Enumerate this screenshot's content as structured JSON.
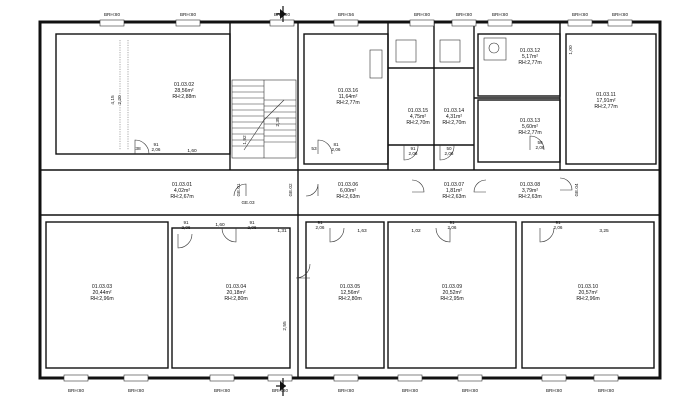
{
  "rooms": [
    {
      "id": "01.03.02",
      "area": "28,56m²",
      "height": "RH:2,88m"
    },
    {
      "id": "01.03.16",
      "area": "11,64m²",
      "height": "RH:2,77m"
    },
    {
      "id": "01.03.15",
      "area": "4,75m²",
      "height": "RH:2,70m"
    },
    {
      "id": "01.03.14",
      "area": "4,31m²",
      "height": "RH:2,70m"
    },
    {
      "id": "01.03.12",
      "area": "5,17m²",
      "height": "RH:2,77m"
    },
    {
      "id": "01.03.13",
      "area": "5,60m²",
      "height": "RH:2,77m"
    },
    {
      "id": "01.03.11",
      "area": "17,91m²",
      "height": "RH:2,77m"
    },
    {
      "id": "01.03.01",
      "area": "4,02m²",
      "height": "RH:2,67m"
    },
    {
      "id": "01.03.06",
      "area": "6,00m²",
      "height": "RH:2,63m"
    },
    {
      "id": "01.03.07",
      "area": "1,81m²",
      "height": "RH:2,63m"
    },
    {
      "id": "01.03.08",
      "area": "3,79m²",
      "height": "RH:2,63m"
    },
    {
      "id": "01.03.03",
      "area": "20,44m²",
      "height": "RH:2,96m"
    },
    {
      "id": "01.03.04",
      "area": "20,18m²",
      "height": "RH:2,80m"
    },
    {
      "id": "01.03.05",
      "area": "12,56m²",
      "height": "RH:2,80m"
    },
    {
      "id": "01.03.09",
      "area": "20,52m²",
      "height": "RH:2,95m"
    },
    {
      "id": "01.03.10",
      "area": "20,57m²",
      "height": "RH:2,96m"
    }
  ],
  "top_windows": [
    "BRH:80",
    "BRH:80",
    "BRH:80",
    "BRH:56",
    "BRH:80",
    "BRH:80",
    "BRH:80",
    "BRH:80",
    "BRH:80"
  ],
  "bottom_windows": [
    "BRH:80",
    "BRH:80",
    "BRH:80",
    "BRH:80",
    "BRH:80",
    "BRH:80",
    "BRH:80",
    "BRH:80",
    "BRH:80"
  ],
  "door_labels": [
    "91\n2,06",
    "81\n2,06",
    "91\n2,06",
    "50\n2,06",
    "59\n2,06",
    "91\n2,06",
    "91\n2,06",
    "91\n2,06",
    "91\n2,06",
    "91\n2,06"
  ],
  "dimensions": {
    "d_1_60": "1,60",
    "d_1_63": "1,63",
    "d_1_02": "1,02",
    "d_3_25": "3,25",
    "d_1_31": "1,31",
    "d_1_00": "1,00",
    "d_2_55": "2,55",
    "d_4_15": "4,15",
    "d_2_35": "2,35",
    "d_2_20": "2,20",
    "d_1_92": "1,92",
    "d_1_60b": "1,60",
    "d_38": "38",
    "d_53": "53"
  },
  "labels": {
    "ge03": "GE.03",
    "ge02": "GE.02",
    "ge01": "GE.01",
    "ge04": "GE.04"
  }
}
